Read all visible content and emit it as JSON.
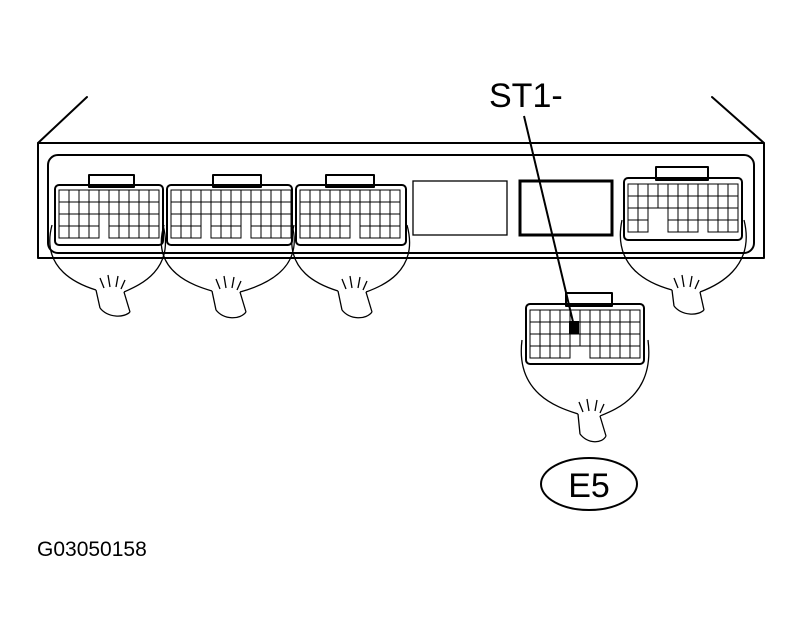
{
  "labels": {
    "pin_callout": "ST1-",
    "connector_id": "E5",
    "figure_code": "G03050158"
  },
  "colors": {
    "stroke": "#000000",
    "background": "#ffffff",
    "highlighted_pin": "#000000"
  },
  "components": {
    "ecu_housing": "engine-control-unit",
    "connectors": [
      "ecu-connector-1",
      "ecu-connector-2",
      "ecu-connector-3",
      "ecu-connector-4",
      "e5-connector"
    ]
  }
}
